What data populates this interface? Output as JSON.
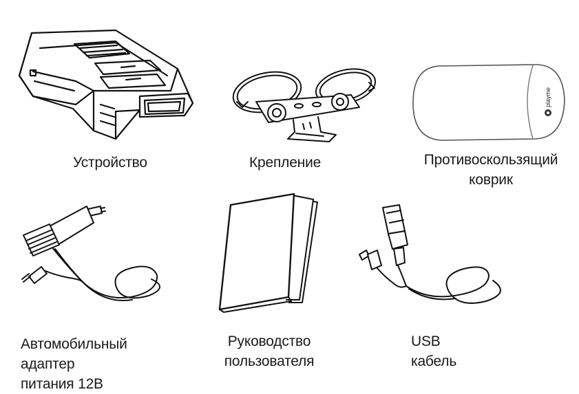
{
  "items": [
    {
      "caption_lines": [
        "Устройство"
      ]
    },
    {
      "caption_lines": [
        "Крепление"
      ]
    },
    {
      "caption_lines": [
        "Противоскользящий",
        "коврик"
      ],
      "brand_text": "playme"
    },
    {
      "caption_lines": [
        "Автомобильный адаптер",
        "питания 12В"
      ]
    },
    {
      "caption_lines": [
        "Руководство",
        "пользователя"
      ]
    },
    {
      "caption_lines": [
        "USB кабель"
      ]
    }
  ]
}
